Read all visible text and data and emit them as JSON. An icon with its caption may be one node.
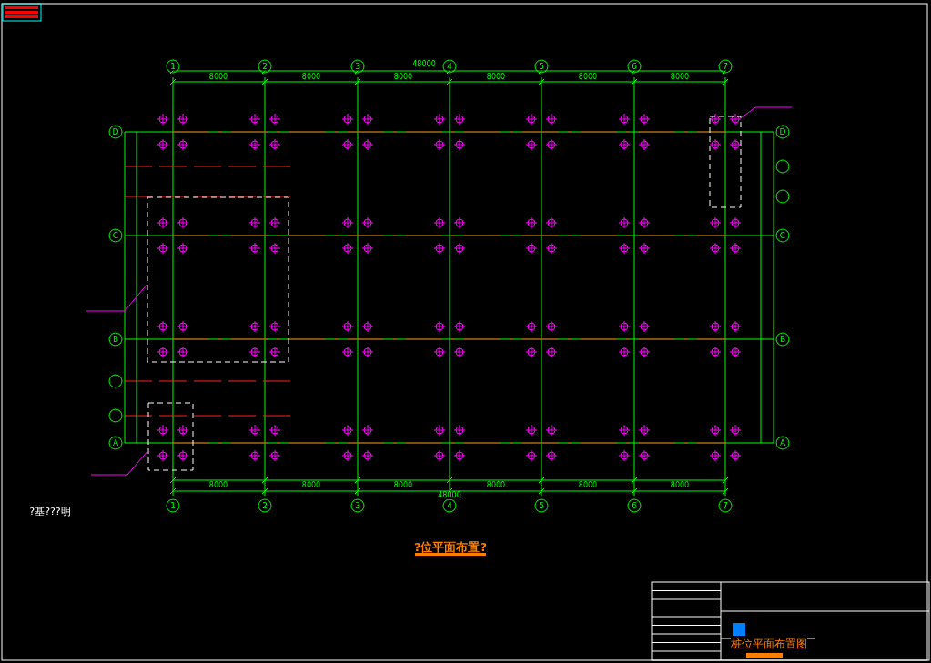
{
  "diagram": {
    "title": "?位平面布置?",
    "labels": [
      "1",
      "2",
      "3",
      "4",
      "5",
      "6",
      "7",
      "8000",
      "8000",
      "8000",
      "8000",
      "8000",
      "8000",
      "48000",
      "8000",
      "8000",
      "8000",
      "8000",
      "8000",
      "8000",
      "48000",
      "1",
      "2",
      "3",
      "4",
      "5",
      "6",
      "7",
      "D",
      "C",
      "B",
      "A",
      "D",
      "C",
      "B",
      "A",
      "?基???明",
      "桩位平面布置图"
    ]
  }
}
